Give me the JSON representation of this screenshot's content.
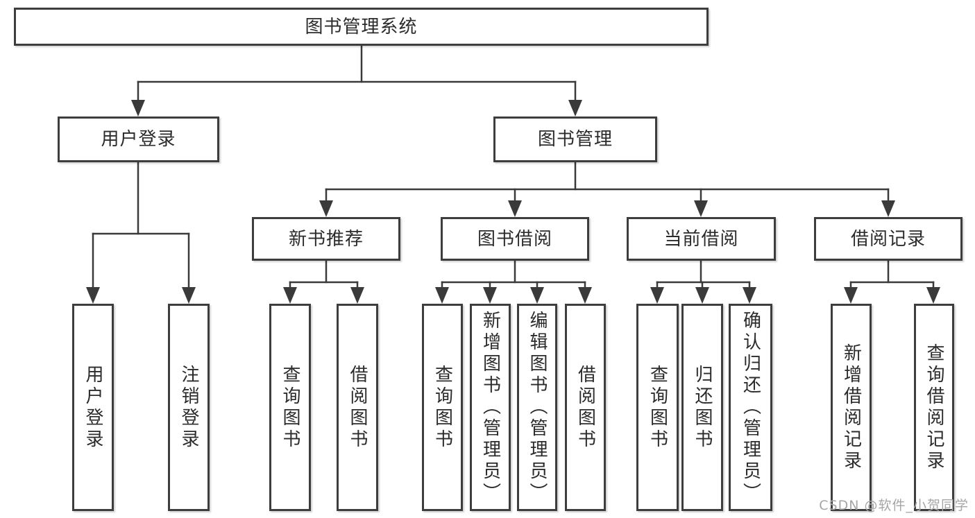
{
  "tree": {
    "root": {
      "label": "图书管理系统",
      "children": [
        {
          "label": "用户登录",
          "children": [
            {
              "label": "用户登录"
            },
            {
              "label": "注销登录"
            }
          ]
        },
        {
          "label": "图书管理",
          "children": [
            {
              "label": "新书推荐",
              "children": [
                {
                  "label": "查询图书"
                },
                {
                  "label": "借阅图书"
                }
              ]
            },
            {
              "label": "图书借阅",
              "children": [
                {
                  "label": "查询图书"
                },
                {
                  "label": "新增图书（管理员）"
                },
                {
                  "label": "编辑图书（管理员）"
                },
                {
                  "label": "借阅图书"
                }
              ]
            },
            {
              "label": "当前借阅",
              "children": [
                {
                  "label": "查询图书"
                },
                {
                  "label": "归还图书"
                },
                {
                  "label": "确认归还（管理员）"
                }
              ]
            },
            {
              "label": "借阅记录",
              "children": [
                {
                  "label": "新增借阅记录"
                },
                {
                  "label": "查询借阅记录"
                }
              ]
            }
          ]
        }
      ]
    }
  },
  "watermark": {
    "text": "CSDN @软件_小贺同学"
  },
  "colors": {
    "line": "#3a3a3a",
    "box_border": "#3d3d3d",
    "text": "#2b2b2b",
    "watermark": "#a6a6a6",
    "background": "#ffffff"
  }
}
